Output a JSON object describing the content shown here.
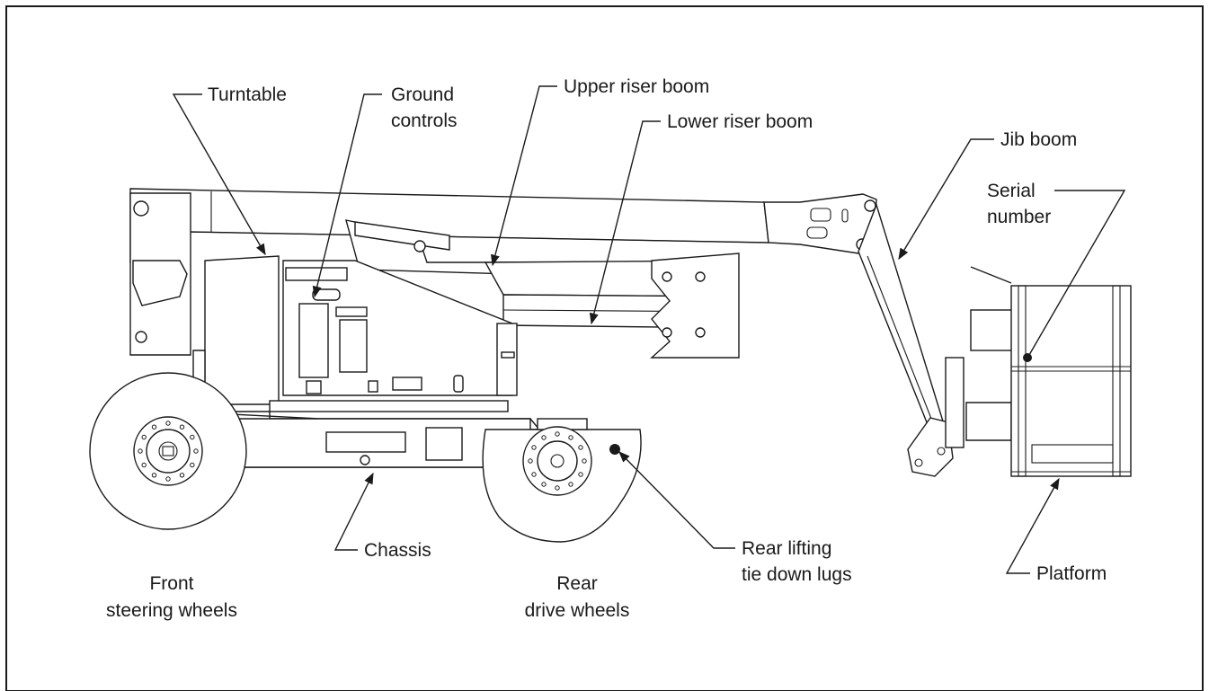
{
  "labels": {
    "turntable": "Turntable",
    "ground_controls_1": "Ground",
    "ground_controls_2": "controls",
    "upper_riser_boom": "Upper riser boom",
    "lower_riser_boom": "Lower riser boom",
    "jib_boom": "Jib boom",
    "serial_number_1": "Serial",
    "serial_number_2": "number",
    "chassis": "Chassis",
    "rear_lifting_1": "Rear lifting",
    "rear_lifting_2": "tie down lugs",
    "platform": "Platform",
    "front_wheels_1": "Front",
    "front_wheels_2": "steering wheels",
    "rear_wheels_1": "Rear",
    "rear_wheels_2": "drive wheels"
  }
}
